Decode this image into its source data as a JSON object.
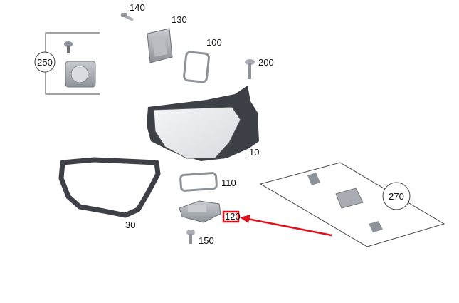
{
  "parts": {
    "p140": "140",
    "p130": "130",
    "p100": "100",
    "p200": "200",
    "p250": "250",
    "p10": "10",
    "p110": "110",
    "p120": "120",
    "p30": "30",
    "p150": "150",
    "p270": "270"
  },
  "colors": {
    "highlight_box": "#e0101a",
    "arrow": "#e0101a",
    "part_dark": "#3d4046",
    "part_grey": "#a9adb3",
    "lens": "#e9ebee"
  },
  "highlighted_part": "120"
}
